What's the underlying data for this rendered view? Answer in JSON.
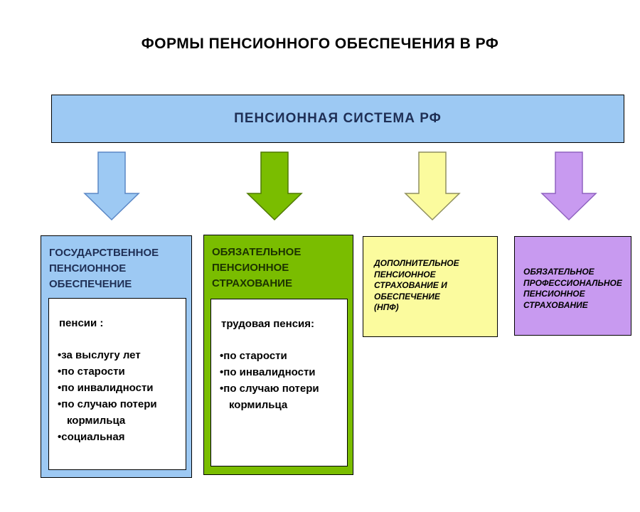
{
  "title": "ФОРМЫ ПЕНСИОННОГО ОБЕСПЕЧЕНИЯ В РФ",
  "root": {
    "label": "ПЕНСИОННАЯ СИСТЕМА РФ"
  },
  "colors": {
    "light_blue": "#9DC9F3",
    "blue_stroke": "#5B87C5",
    "green": "#7ABD00",
    "green_stroke": "#4F7A00",
    "yellow": "#FBFB9E",
    "yellow_stroke": "#8F8F5F",
    "purple": "#C89AF0",
    "purple_stroke": "#8F62C0",
    "navy_text": "#1F2F55",
    "dark_green_text": "#1C3300",
    "black_text": "#000000"
  },
  "branches": [
    {
      "header": "ГОСУДАРСТВЕННОЕ\nПЕНСИОННОЕ\nОБЕСПЕЧЕНИЕ",
      "panel": {
        "title": "пенсии :",
        "items": [
          "за выслугу лет",
          "по старости",
          "по инвалидности",
          "по случаю потери кормильца",
          "социальная"
        ]
      }
    },
    {
      "header": "ОБЯЗАТЕЛЬНОЕ\nПЕНСИОННОЕ\nСТРАХОВАНИЕ",
      "panel": {
        "title": "трудовая пенсия:",
        "items": [
          "по старости",
          "по инвалидности",
          "по случаю потери кормильца"
        ]
      }
    },
    {
      "header": "ДОПОЛНИТЕЛЬНОЕ\nПЕНСИОННОЕ\nСТРАХОВАНИЕ И\nОБЕСПЕЧЕНИЕ\n(НПФ)"
    },
    {
      "header": "ОБЯЗАТЕЛЬНОЕ\nПРОФЕССИОНАЛЬНОЕ\nПЕНСИОННОЕ\nСТРАХОВАНИЕ"
    }
  ]
}
